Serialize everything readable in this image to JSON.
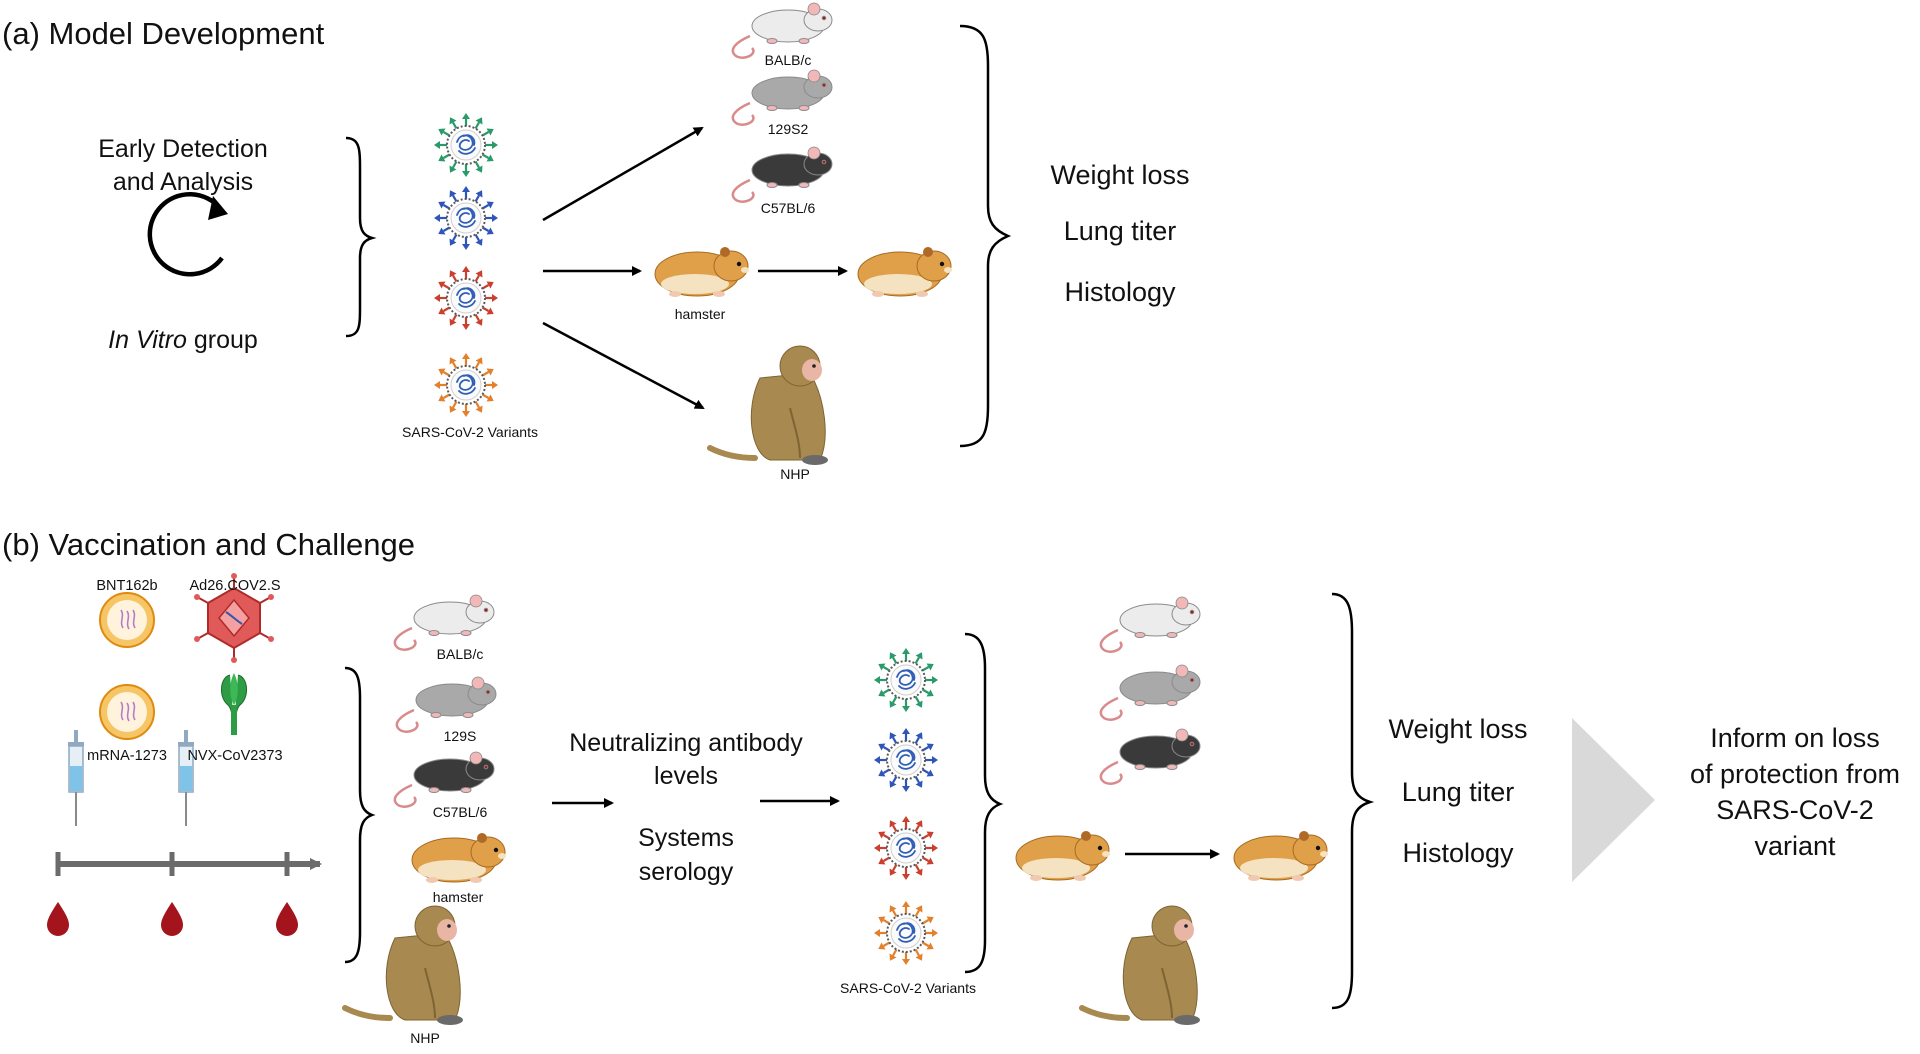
{
  "colors": {
    "virus_green": "#2a9a6a",
    "virus_blue": "#2f55b8",
    "virus_red": "#c9412e",
    "virus_orange": "#e2802c",
    "mouse_white": "#ececec",
    "mouse_grey": "#a9a9a9",
    "mouse_black": "#3a3a3a",
    "hamster": "#e0a04a",
    "nhp": "#a8894f",
    "blood": "#a3141c",
    "lnp": "#f0a020",
    "adenovirus": "#e05a5a",
    "protein": "#2e9b45",
    "grey_arrow": "#d9d9d9"
  },
  "section_a": {
    "title": "(a) Model Development",
    "early_detection": "Early Detection\nand Analysis",
    "in_vitro_italic": "In Vitro",
    "in_vitro_rest": " group",
    "variants_label": "SARS-CoV-2 Variants",
    "mouse_labels": [
      "BALB/c",
      "129S2",
      "C57BL/6"
    ],
    "hamster_label": "hamster",
    "nhp_label": "NHP",
    "outcomes": [
      "Weight loss",
      "Lung titer",
      "Histology"
    ]
  },
  "section_b": {
    "title": "(b) Vaccination and Challenge",
    "vaccines": [
      "BNT162b",
      "Ad26.COV2.S",
      "mRNA-1273",
      "NVX-CoV2373"
    ],
    "mouse_labels": [
      "BALB/c",
      "129S",
      "C57BL/6"
    ],
    "hamster_label": "hamster",
    "nhp_label": "NHP",
    "assays_1": "Neutralizing antibody\nlevels",
    "assays_2": "Systems\nserology",
    "variants_label": "SARS-CoV-2 Variants",
    "outcomes": [
      "Weight loss",
      "Lung titer",
      "Histology"
    ],
    "conclusion": "Inform on loss\nof protection from\nSARS-CoV-2\nvariant"
  },
  "icons": {
    "cycle": "circular-arrow-icon",
    "virus": "virus-icon",
    "mouse": "mouse-icon",
    "hamster": "hamster-icon",
    "nhp": "monkey-icon",
    "syringe": "syringe-icon",
    "blood": "blood-drop-icon",
    "lnp": "lipid-nanoparticle-icon",
    "adenovirus": "adenovirus-icon",
    "protein": "spike-protein-icon"
  }
}
